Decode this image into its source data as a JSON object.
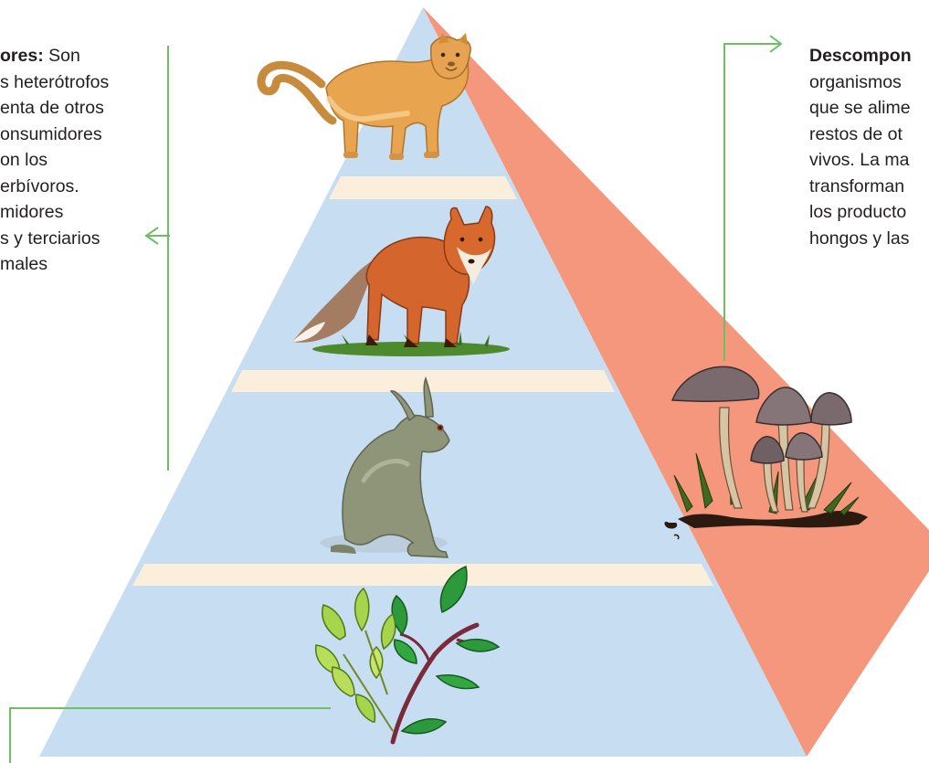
{
  "consumers": {
    "title": "ores:",
    "title_rest": " Son",
    "lines": [
      "s heterótrofos",
      "enta de otros",
      "onsumidores",
      "on los",
      "erbívoros.",
      "midores",
      "s y terciarios",
      "males"
    ]
  },
  "decomposers": {
    "title": "Descompon",
    "lines": [
      "organismos",
      "que se alime",
      "restos de ot",
      "vivos. La ma",
      "transforman",
      "los producto",
      "hongos y las"
    ]
  },
  "colors": {
    "pyramid_fill": "#c7ddf1",
    "band_fill": "#fbeedb",
    "decomposer_wedge": "#f4977c",
    "connector_line": "#6cc062"
  },
  "icons": [
    "cougar-icon",
    "fox-icon",
    "hare-icon",
    "plant-icon",
    "mushroom-icon"
  ]
}
